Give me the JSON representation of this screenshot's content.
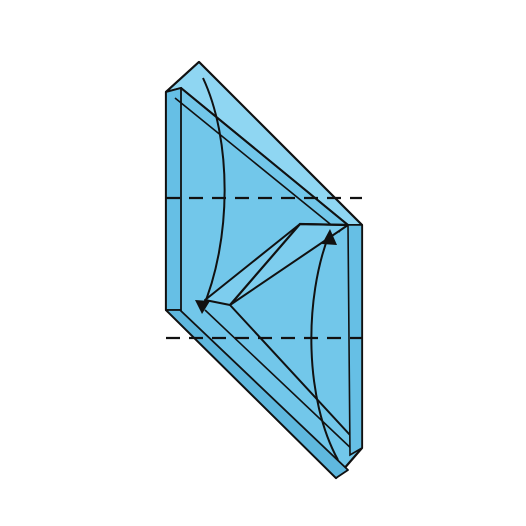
{
  "diagram": {
    "kind": "origami-fold-step",
    "colors": {
      "background": "#ffffff",
      "paper_face": "#72c7ea",
      "paper_light": "#8fd6f2",
      "paper_shade": "#5fb8de",
      "outline": "#111111"
    },
    "fold_lines": [
      {
        "name": "upper-valley-fold-line",
        "style": "dashed"
      },
      {
        "name": "lower-valley-fold-line",
        "style": "dashed"
      }
    ],
    "arrows": [
      {
        "name": "upper-fold-down-arrow",
        "direction": "down"
      },
      {
        "name": "lower-fold-up-arrow",
        "direction": "up"
      }
    ]
  }
}
